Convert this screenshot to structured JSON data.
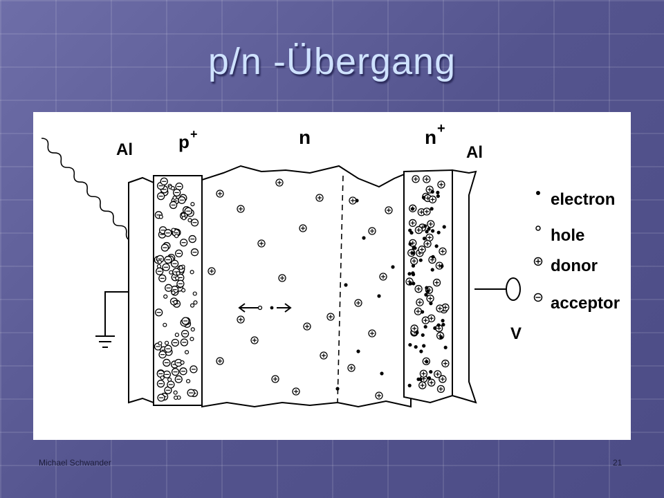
{
  "slide": {
    "title": "p/n -Übergang",
    "author": "Michael Schwander",
    "page_number": "21"
  },
  "diagram": {
    "contact_left": "Al",
    "contact_right": "Al",
    "region_p_plus": "p",
    "region_n": "n",
    "region_n_plus": "n",
    "plus_sign": "+",
    "voltage": "V",
    "legend": {
      "electron": "electron",
      "hole": "hole",
      "donor": "donor",
      "acceptor": "acceptor"
    }
  },
  "colors": {
    "background": "#5a5a96",
    "title": "#cfe2ff",
    "diagram_bg": "#ffffff"
  }
}
